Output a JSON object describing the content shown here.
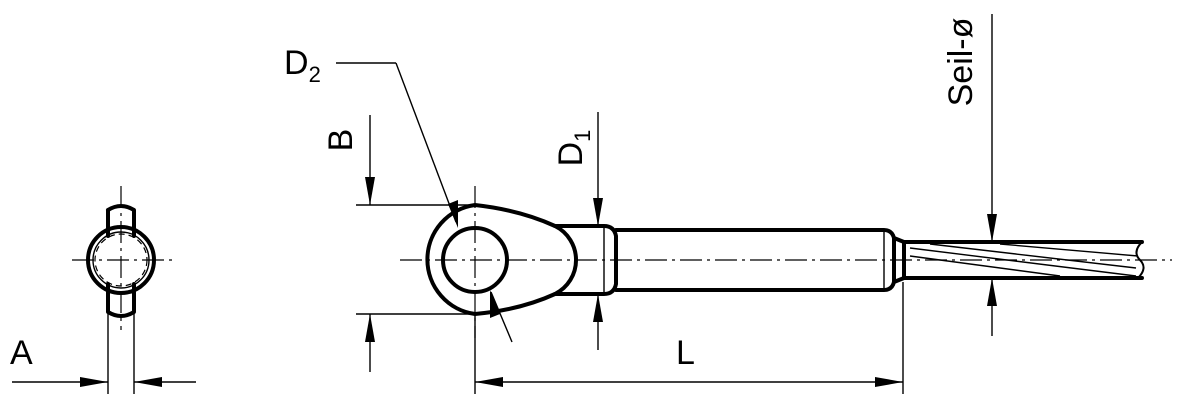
{
  "labels": {
    "a": "A",
    "b": "B",
    "d1_main": "D",
    "d1_sub": "1",
    "d2_main": "D",
    "d2_sub": "2",
    "l": "L",
    "seil": "Seil-ø"
  }
}
